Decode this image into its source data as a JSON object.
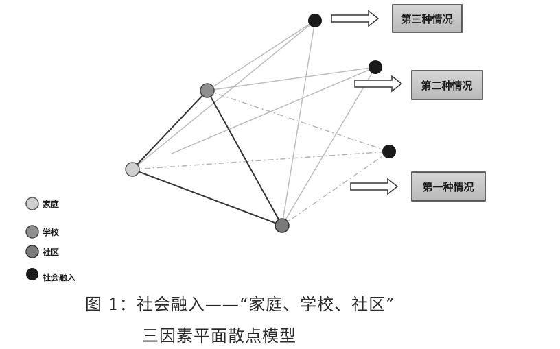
{
  "colors": {
    "family": "#d0d0d0",
    "school": "#8f8f8f",
    "community": "#7a7a7a",
    "integration": "#1a1a1a",
    "solid_edge": "#333333",
    "faint_edge": "#bdbdbd",
    "box_fill": "#c8c8c8"
  },
  "scenarios": [
    {
      "label": "第三种情况"
    },
    {
      "label": "第二种情况"
    },
    {
      "label": "第一种情况"
    }
  ],
  "legend": [
    {
      "label": "家庭"
    },
    {
      "label": "学校"
    },
    {
      "label": "社区"
    },
    {
      "label": "社会融入"
    }
  ],
  "caption": {
    "line1": "图 1：社会融入——“家庭、学校、社区”",
    "line2": "三因素平面散点模型"
  }
}
